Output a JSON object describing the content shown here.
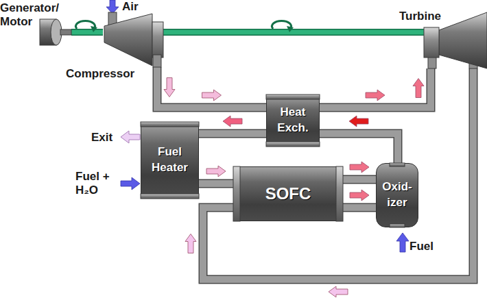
{
  "diagram": {
    "nodes": [
      {
        "text": [
          "Generator/ Motor"
        ]
      },
      {
        "text": [
          "Compressor"
        ]
      },
      {
        "text": [
          "Turbine"
        ]
      },
      {
        "text": [
          "Heat Exch."
        ]
      },
      {
        "text": [
          "Fuel Heater"
        ]
      },
      {
        "text": [
          "SOFC"
        ]
      },
      {
        "text": [
          "Oxid- izer"
        ]
      }
    ],
    "edges": [
      {
        "from": 0,
        "to": 1,
        "arrow": "none"
      },
      {
        "from": 1,
        "to": 2,
        "arrow": "none"
      },
      {
        "from": 1,
        "to": 3,
        "arrow": "to"
      },
      {
        "from": 3,
        "to": 2,
        "arrow": "to"
      },
      {
        "from": 2,
        "to": 5,
        "arrow": "to"
      },
      {
        "from": 4,
        "to": 5,
        "arrow": "to"
      },
      {
        "from": 5,
        "to": 6,
        "arrow": "to"
      },
      {
        "from": 5,
        "to": 6,
        "arrow": "to"
      },
      {
        "from": 6,
        "to": 3,
        "arrow": "to"
      },
      {
        "from": 3,
        "to": 4,
        "arrow": "to"
      }
    ],
    "labels": [
      "Air",
      "Exit",
      "Fuel + H₂O",
      "Fuel"
    ]
  }
}
